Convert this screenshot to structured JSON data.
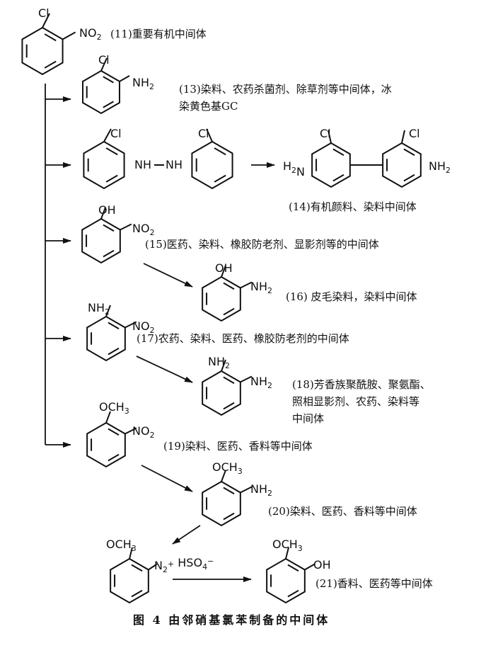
{
  "diagram": {
    "start_label": "(11)重要有机中间体",
    "compounds": [
      {
        "id": "c13",
        "labels": [
          "(13)染料、农药杀菌剂、除草剂等中间体，冰",
          "染黄色基GC"
        ]
      },
      {
        "id": "c14",
        "labels": [
          "(14)有机颜料、染料中间体"
        ]
      },
      {
        "id": "c15",
        "labels": [
          "(15)医药、染料、橡胶防老剂、显影剂等的中间体"
        ]
      },
      {
        "id": "c16",
        "labels": [
          "(16) 皮毛染料，染料中间体"
        ]
      },
      {
        "id": "c17",
        "labels": [
          "(17)农药、染料、医药、橡胶防老剂的中间体"
        ]
      },
      {
        "id": "c18",
        "labels": [
          "(18)芳香族聚酰胺、聚氨酯、",
          "照相显影剂、农药、染料等",
          "中间体"
        ]
      },
      {
        "id": "c19",
        "labels": [
          "(19)染料、医药、香料等中间体"
        ]
      },
      {
        "id": "c20",
        "labels": [
          "(20)染料、医药、香料等中间体"
        ]
      },
      {
        "id": "c21",
        "labels": [
          "(21)香料、医药等中间体"
        ]
      }
    ],
    "substituents": {
      "cl": "Cl",
      "no2": "NO",
      "nh2": "NH",
      "h2n": "H",
      "oh": "OH",
      "och3": "OCH",
      "nh": "NH",
      "n2": "N",
      "hso4": "HSO",
      "two": "2",
      "three": "3",
      "four": "4",
      "plus": "+",
      "minus": "−"
    },
    "caption": "图 4    由邻硝基氯苯制备的中间体"
  }
}
